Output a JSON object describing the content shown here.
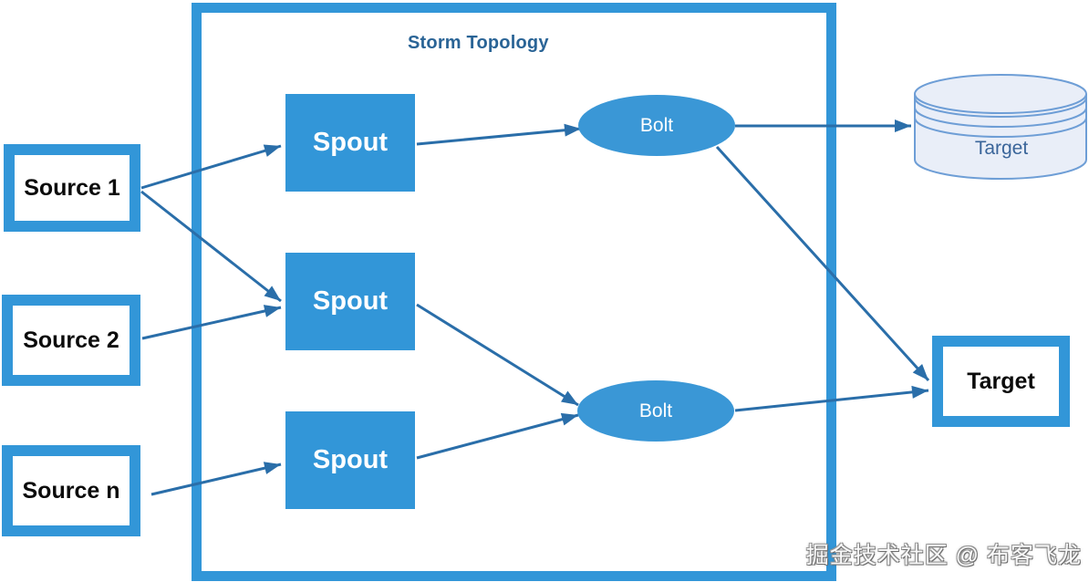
{
  "diagram": {
    "title": "Storm Topology",
    "sources": [
      {
        "id": "source-1",
        "label": "Source 1"
      },
      {
        "id": "source-2",
        "label": "Source 2"
      },
      {
        "id": "source-n",
        "label": "Source n"
      }
    ],
    "spouts": [
      {
        "id": "spout-1",
        "label": "Spout"
      },
      {
        "id": "spout-2",
        "label": "Spout"
      },
      {
        "id": "spout-3",
        "label": "Spout"
      }
    ],
    "bolts": [
      {
        "id": "bolt-1",
        "label": "Bolt"
      },
      {
        "id": "bolt-2",
        "label": "Bolt"
      }
    ],
    "targets": {
      "database_label": "Target",
      "box_label": "Target"
    },
    "edges": [
      {
        "from": "source-1",
        "to": "spout-1"
      },
      {
        "from": "source-1",
        "to": "spout-2"
      },
      {
        "from": "source-2",
        "to": "spout-2"
      },
      {
        "from": "source-n",
        "to": "spout-3"
      },
      {
        "from": "spout-1",
        "to": "bolt-1"
      },
      {
        "from": "spout-2",
        "to": "bolt-2"
      },
      {
        "from": "spout-3",
        "to": "bolt-2"
      },
      {
        "from": "bolt-1",
        "to": "target-database"
      },
      {
        "from": "bolt-1",
        "to": "target-box"
      },
      {
        "from": "bolt-2",
        "to": "target-box"
      }
    ],
    "watermark": "掘金技术社区 @ 布客飞龙",
    "colors": {
      "node_blue": "#3296d8",
      "arrow_blue": "#2a6ea9",
      "title_blue": "#2a6496",
      "cylinder_fill": "#e9eef8",
      "cylinder_stroke": "#6e9ed6",
      "cylinder_text": "#3a659a"
    }
  }
}
